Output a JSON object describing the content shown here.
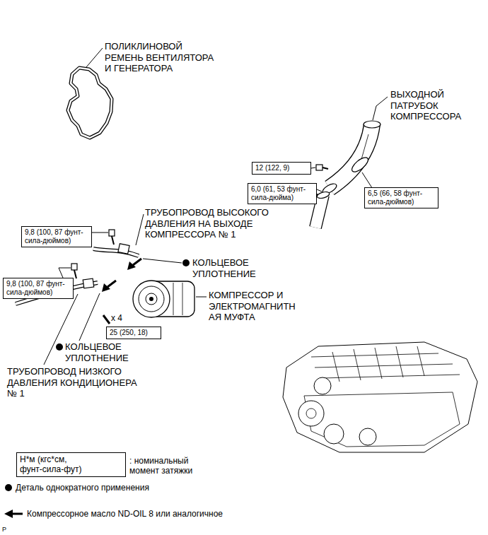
{
  "diagram": {
    "nodes": [
      {
        "text": [
          "12 (122, 9)"
        ]
      },
      {
        "text": [
          "6,0 (61, 53 фунт-сила-дюйма)"
        ]
      },
      {
        "text": [
          "6,5 (66, 58 фунт-сила-дюймов)"
        ]
      },
      {
        "text": [
          "9,8 (100, 87 фунт-сила-дюймов)"
        ]
      },
      {
        "text": [
          "9,8 (100, 87 фунт-сила-дюймов)"
        ]
      },
      {
        "text": [
          "25 (250, 18)"
        ]
      },
      {
        "text": [
          "Н*м (кгс*см, фунт-сила-фут)"
        ]
      }
    ],
    "labels": [
      "ПОЛИКЛИНОВОЙ РЕМЕНЬ ВЕНТИЛЯТОРА И ГЕНЕРАТОРА",
      "ВЫХОДНОЙ ПАТРУБОК КОМПРЕССОРА",
      "ТРУБОПРОВОД ВЫСОКОГО ДАВЛЕНИЯ НА ВЫХОДЕ КОМПРЕССОРА № 1",
      "КОЛЬЦЕВОЕ УПЛОТНЕНИЕ",
      "КОМПРЕССОР И ЭЛЕКТРОМАГНИТН АЯ МУФТА",
      "x 4",
      "КОЛЬЦЕВОЕ УПЛОТНЕНИЕ",
      "ТРУБОПРОВОД НИЗКОГО ДАВЛЕНИЯ КОНДИЦИОНЕРА № 1",
      "P"
    ],
    "legend": [
      {
        "text": ": номинальный момент затяжки"
      },
      {
        "text": "Деталь однократного применения"
      },
      {
        "text": "Компрессорное масло ND-OIL 8 или аналогичное"
      }
    ]
  }
}
